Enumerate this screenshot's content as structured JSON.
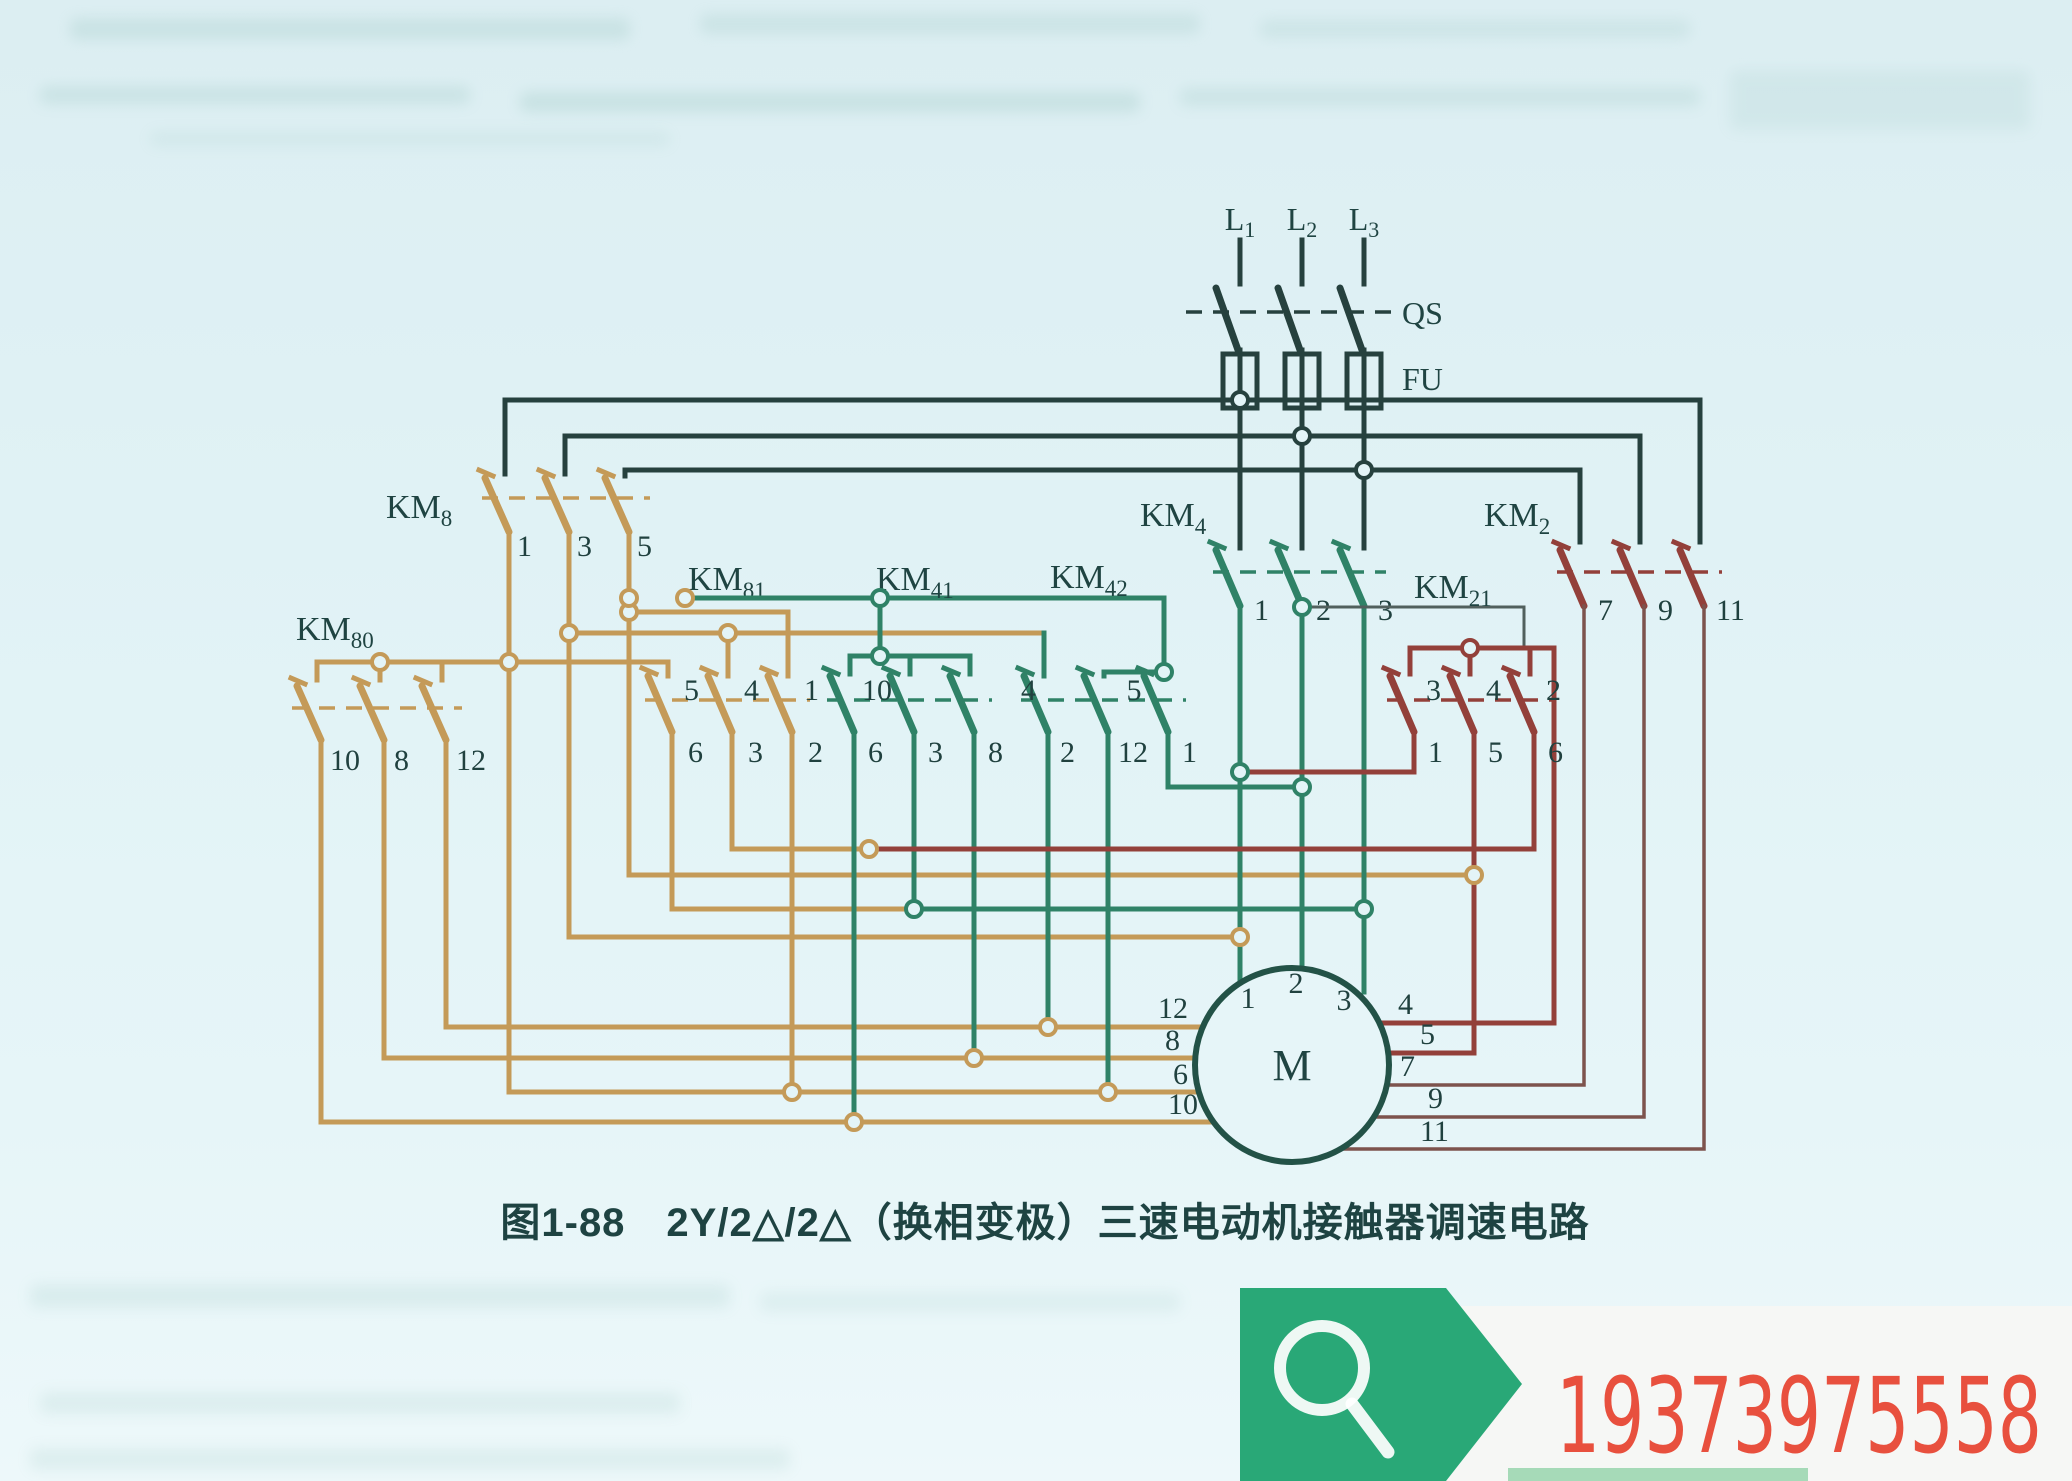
{
  "figure": {
    "caption": "图1-88　2Y/2△/2△（换相变极）三速电动机接触器调速电路",
    "watermark_number": "19373975558"
  },
  "colors": {
    "background": "#e0f2f5",
    "wire_tan": "#c49a58",
    "wire_green": "#2f8267",
    "wire_maroon": "#93403a",
    "wire_dark": "#26413e",
    "badge_green": "#29a877",
    "watermark_red": "#e8503e"
  },
  "power": {
    "phases": [
      {
        "base": "L",
        "sub": "1"
      },
      {
        "base": "L",
        "sub": "2"
      },
      {
        "base": "L",
        "sub": "3"
      }
    ],
    "switch_label": "QS",
    "fuse_label": "FU"
  },
  "contactors": {
    "km8": {
      "base": "KM",
      "sub": "8",
      "poles": [
        "1",
        "3",
        "5"
      ]
    },
    "km80": {
      "base": "KM",
      "sub": "80",
      "poles": [
        "10",
        "8",
        "12"
      ]
    },
    "km81": {
      "base": "KM",
      "sub": "81",
      "top": [
        "5",
        "4",
        "1"
      ],
      "bottom": [
        "6",
        "3",
        "2"
      ]
    },
    "km41": {
      "base": "KM",
      "sub": "41",
      "top": [
        "10",
        "",
        ""
      ],
      "bottom": [
        "6",
        "3",
        "8"
      ]
    },
    "km42": {
      "base": "KM",
      "sub": "42",
      "top": [
        "4",
        "",
        "5"
      ],
      "bottom": [
        "2",
        "12",
        "1"
      ]
    },
    "km4": {
      "base": "KM",
      "sub": "4",
      "poles": [
        "1",
        "2",
        "3"
      ]
    },
    "km21": {
      "base": "KM",
      "sub": "21",
      "top": [
        "3",
        "4",
        "2"
      ],
      "bottom": [
        "1",
        "5",
        "6"
      ]
    },
    "km2": {
      "base": "KM",
      "sub": "2",
      "poles": [
        "7",
        "9",
        "11"
      ]
    }
  },
  "motor": {
    "label": "M",
    "top": [
      "1",
      "2",
      "3"
    ],
    "left": [
      "12",
      "8",
      "6",
      "10"
    ],
    "right": [
      "4",
      "5",
      "7",
      "9",
      "11"
    ]
  }
}
